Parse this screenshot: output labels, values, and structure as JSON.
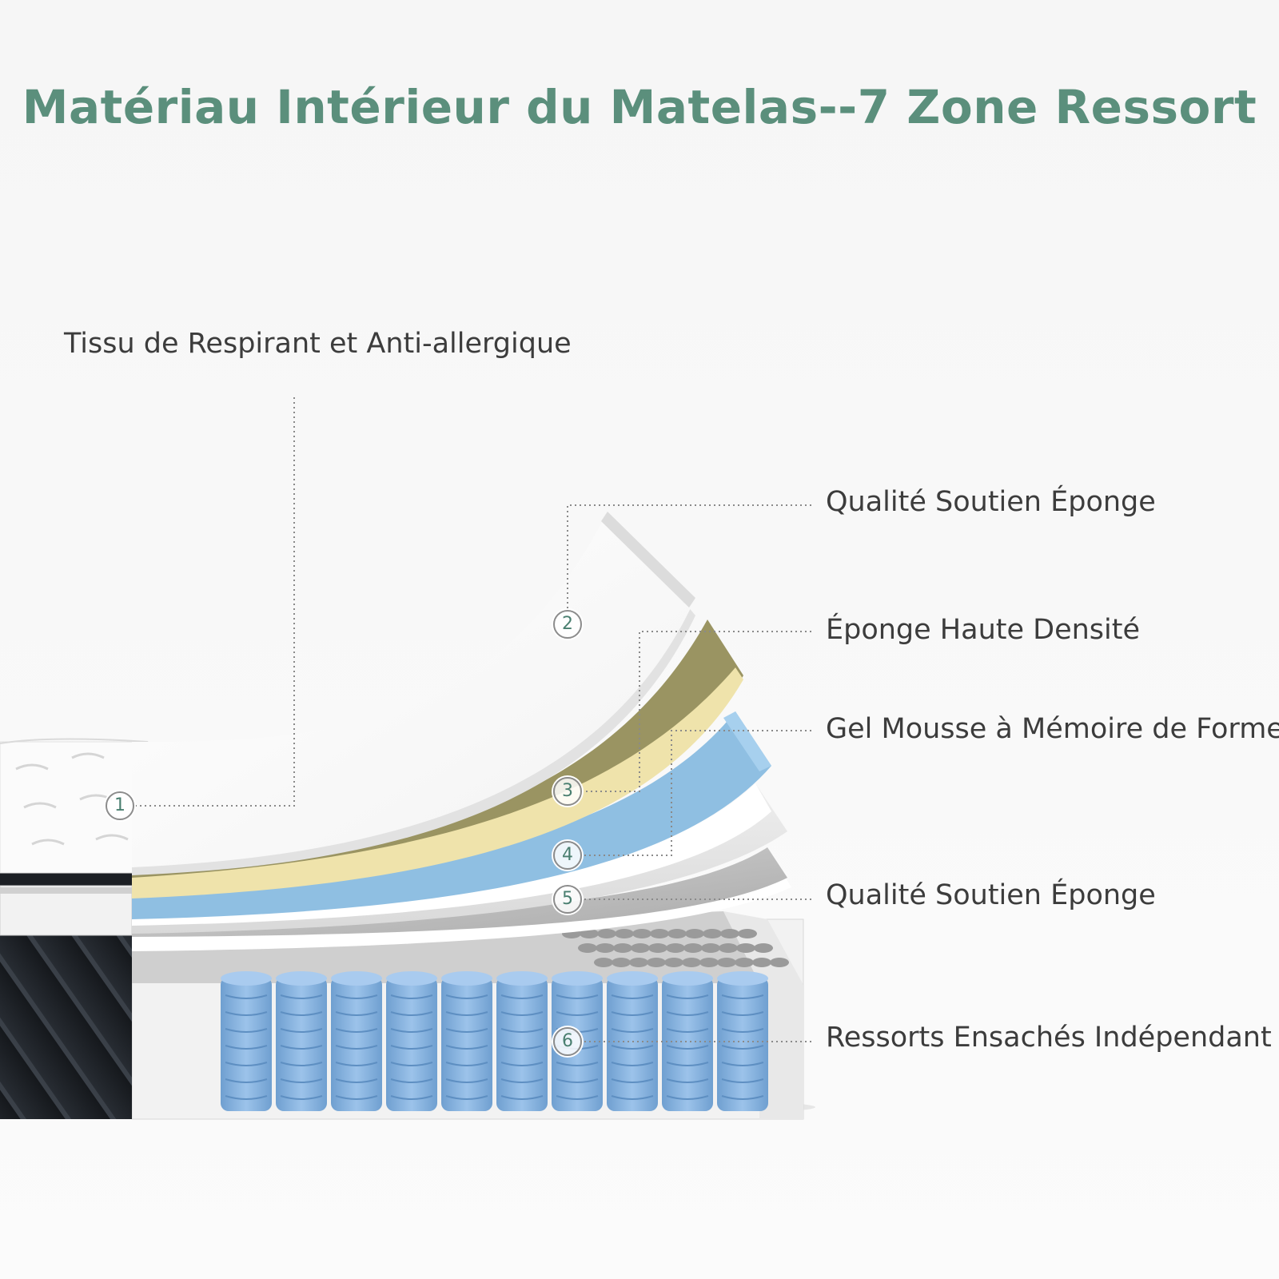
{
  "title": "Matériau Intérieur du Matelas--7 Zone Ressort",
  "colors": {
    "title": "#5b8f7c",
    "label": "#3c3c3c",
    "badge_number": "#4a7f70",
    "leader_line": "#8a8a8a",
    "fabric_top": "#f7f7f7",
    "side_panel": "#1f2329",
    "high_density_foam": "#9a9462",
    "high_density_edge": "#efe3ab",
    "gel_memory_foam": "#8fbfe2",
    "gel_memory_edge": "#a7d0ee",
    "support_foam": "#ffffff",
    "springs": "#82b0de"
  },
  "layers": [
    {
      "number": "1",
      "label": "Tissu de Respirant et Anti-allergique"
    },
    {
      "number": "2",
      "label": "Qualité Soutien Éponge"
    },
    {
      "number": "3",
      "label": "Éponge Haute Densité"
    },
    {
      "number": "4",
      "label": "Gel Mousse à Mémoire de Forme"
    },
    {
      "number": "5",
      "label": "Qualité Soutien Éponge"
    },
    {
      "number": "6",
      "label": "Ressorts Ensachés Indépendant"
    }
  ],
  "icons": [
    "quilted-fabric-icon",
    "pocket-spring-icon"
  ]
}
